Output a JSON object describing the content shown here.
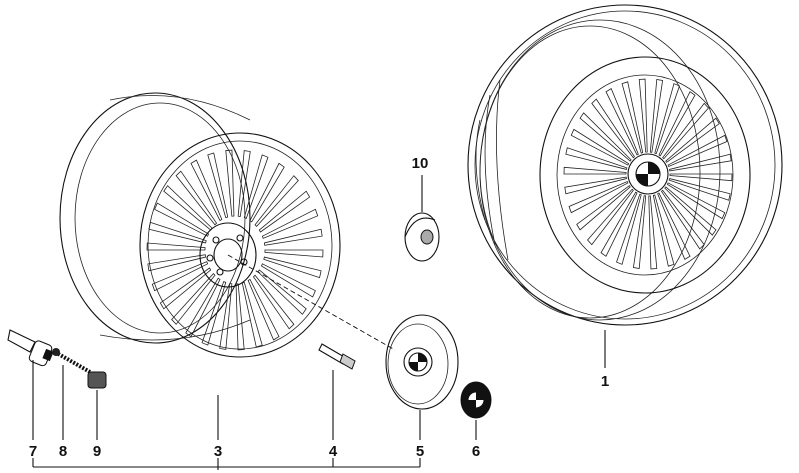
{
  "diagram": {
    "callouts": [
      {
        "id": "1",
        "label": "1"
      },
      {
        "id": "3",
        "label": "3"
      },
      {
        "id": "4",
        "label": "4"
      },
      {
        "id": "5",
        "label": "5"
      },
      {
        "id": "6",
        "label": "6"
      },
      {
        "id": "7",
        "label": "7"
      },
      {
        "id": "8",
        "label": "8"
      },
      {
        "id": "9",
        "label": "9"
      },
      {
        "id": "10",
        "label": "10"
      }
    ],
    "colors": {
      "line": "#111111",
      "background": "#ffffff"
    }
  }
}
